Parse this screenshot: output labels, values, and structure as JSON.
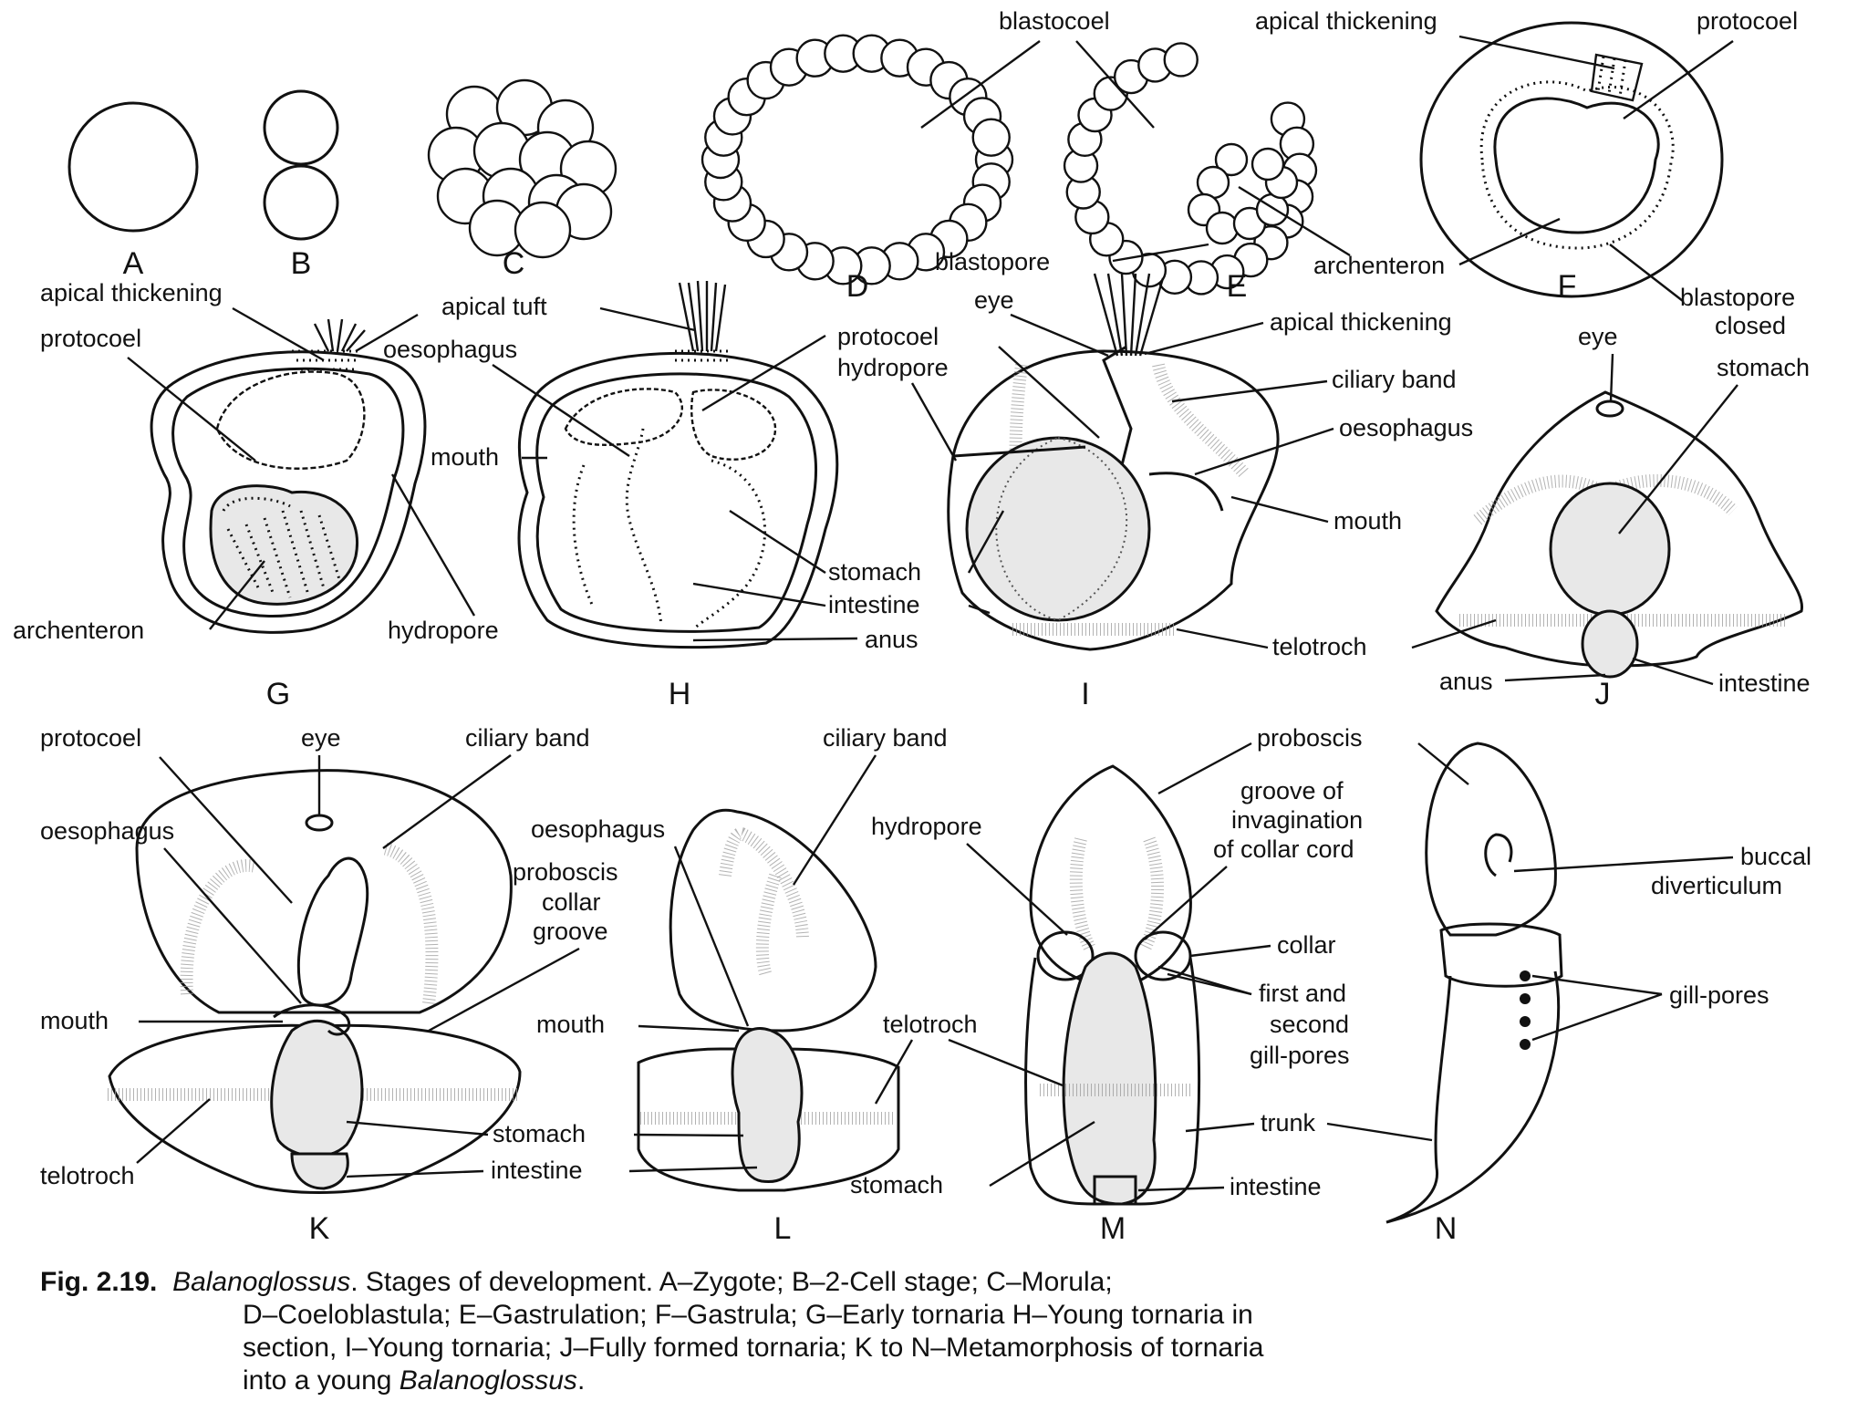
{
  "figure": {
    "caption": {
      "number": "Fig. 2.19.",
      "genus": "Balanoglossus",
      "line1_text": ". Stages of development. A–Zygote; B–2-Cell stage; C–Morula;",
      "line2_text": "D–Coeloblastula; E–Gastrulation; F–Gastrula; G–Early tornaria H–Young tornaria in",
      "line3_text": "section, I–Young tornaria; J–Fully formed tornaria; K to N–Metamorphosis of  tornaria",
      "line4_prefix": "into a young ",
      "line4_genus": "Balanoglossus",
      "line4_suffix": "."
    },
    "stage_letters": [
      "A",
      "B",
      "C",
      "D",
      "E",
      "F",
      "G",
      "H",
      "I",
      "J",
      "K",
      "L",
      "M",
      "N"
    ],
    "labels": {
      "blastocoel": "blastocoel",
      "apical_thickening": "apical thickening",
      "protocoel": "protocoel",
      "blastopore": "blastopore",
      "archenteron": "archenteron",
      "blastopore_closed_1": "blastopore",
      "blastopore_closed_2": "closed",
      "apical_tuft": "apical tuft",
      "oesophagus": "oesophagus",
      "mouth": "mouth",
      "hydropore": "hydropore",
      "stomach": "stomach",
      "intestine": "intestine",
      "anus": "anus",
      "eye": "eye",
      "ciliary_band": "ciliary band",
      "telotroch": "telotroch",
      "proboscis": "proboscis",
      "collar_groove_1": "proboscis",
      "collar_groove_2": "collar",
      "collar_groove_3": "groove",
      "groove_inv_1": "groove of",
      "groove_inv_2": "invagination",
      "groove_inv_3": "of collar cord",
      "collar": "collar",
      "first_second_1": "first and",
      "first_second_2": "second",
      "first_second_3": "gill-pores",
      "trunk": "trunk",
      "buccal_1": "buccal",
      "buccal_2": "diverticulum",
      "gill_pores": "gill-pores"
    }
  }
}
